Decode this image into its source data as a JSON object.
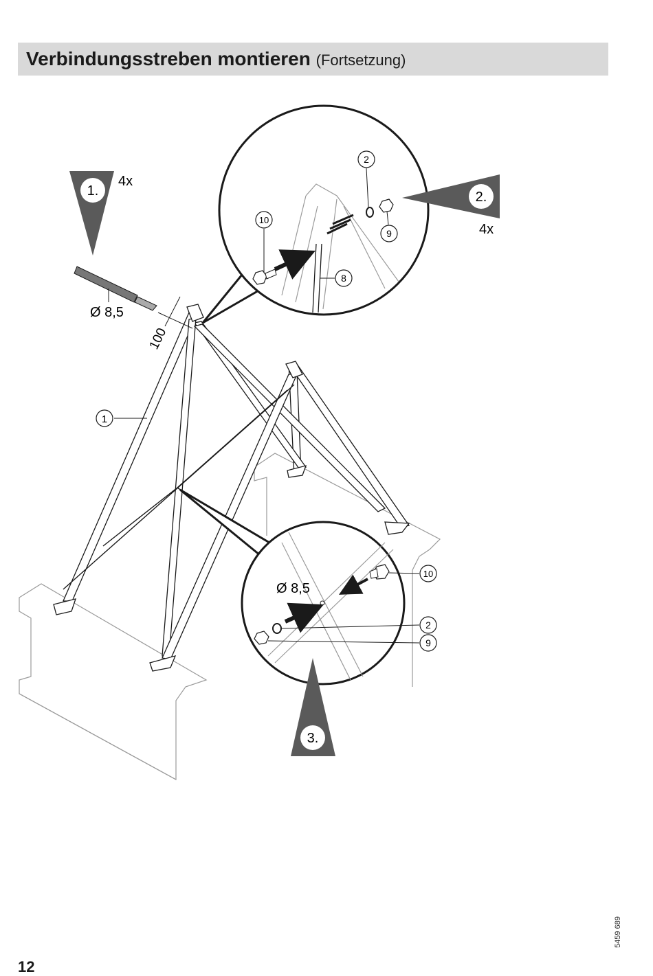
{
  "header": {
    "title": "Verbindungsstreben montieren",
    "subtitle": "(Fortsetzung)"
  },
  "steps": [
    {
      "label": "1.",
      "qty": "4x"
    },
    {
      "label": "2.",
      "qty": "4x"
    },
    {
      "label": "3."
    }
  ],
  "dimensions": {
    "drill_diameter": "Ø 8,5",
    "offset": "100",
    "hole_diameter": "Ø 8,5"
  },
  "callouts": {
    "frame": "1",
    "washer": "2",
    "strut": "8",
    "nut": "9",
    "bolt": "10"
  },
  "footer": {
    "page_number": "12",
    "document_code": "5459 689"
  },
  "colors": {
    "header_bg": "#d9d9d9",
    "marker_gray": "#5a5a5a",
    "line": "#1a1a1a",
    "light_line": "#9a9a9a"
  }
}
